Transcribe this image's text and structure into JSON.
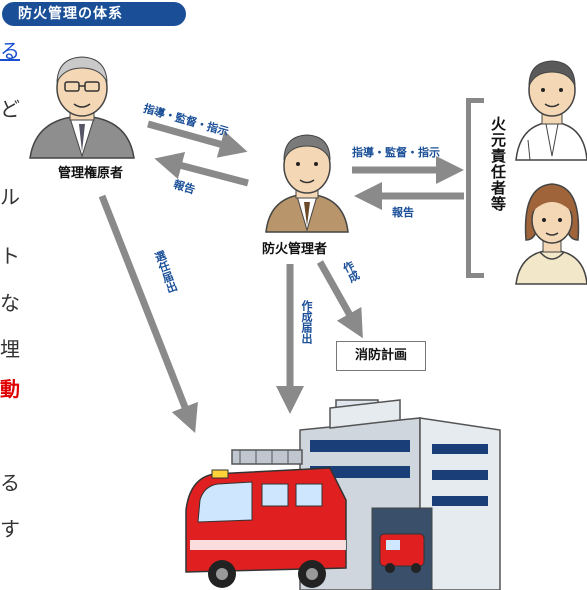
{
  "title": "防火管理の体系",
  "edge_chars": [
    {
      "text": "る",
      "style": "link"
    },
    {
      "text": "ど",
      "style": "normal"
    },
    {
      "text": "ル",
      "style": "normal"
    },
    {
      "text": "ト",
      "style": "normal"
    },
    {
      "text": "な",
      "style": "normal"
    },
    {
      "text": "埋",
      "style": "normal"
    },
    {
      "text": "動",
      "style": "red"
    },
    {
      "text": "る",
      "style": "normal"
    },
    {
      "text": "す",
      "style": "normal"
    }
  ],
  "people": {
    "owner": "管理権原者",
    "manager": "防火管理者",
    "fire_source": "火元責任者等"
  },
  "arrows": {
    "owner_to_manager": "指導・監督・指示",
    "manager_to_owner": "報告",
    "manager_to_fire": "指導・監督・指示",
    "fire_to_manager": "報告",
    "owner_to_station": "選任届出",
    "manager_to_station": "作成届出",
    "manager_to_plan": "作成"
  },
  "plan_box": "消防計画",
  "colors": {
    "title_bg": "#1a4f98",
    "arrow": "#8a8a8a",
    "arrow_text": "#1a4f98",
    "fire_truck": "#e02020"
  }
}
